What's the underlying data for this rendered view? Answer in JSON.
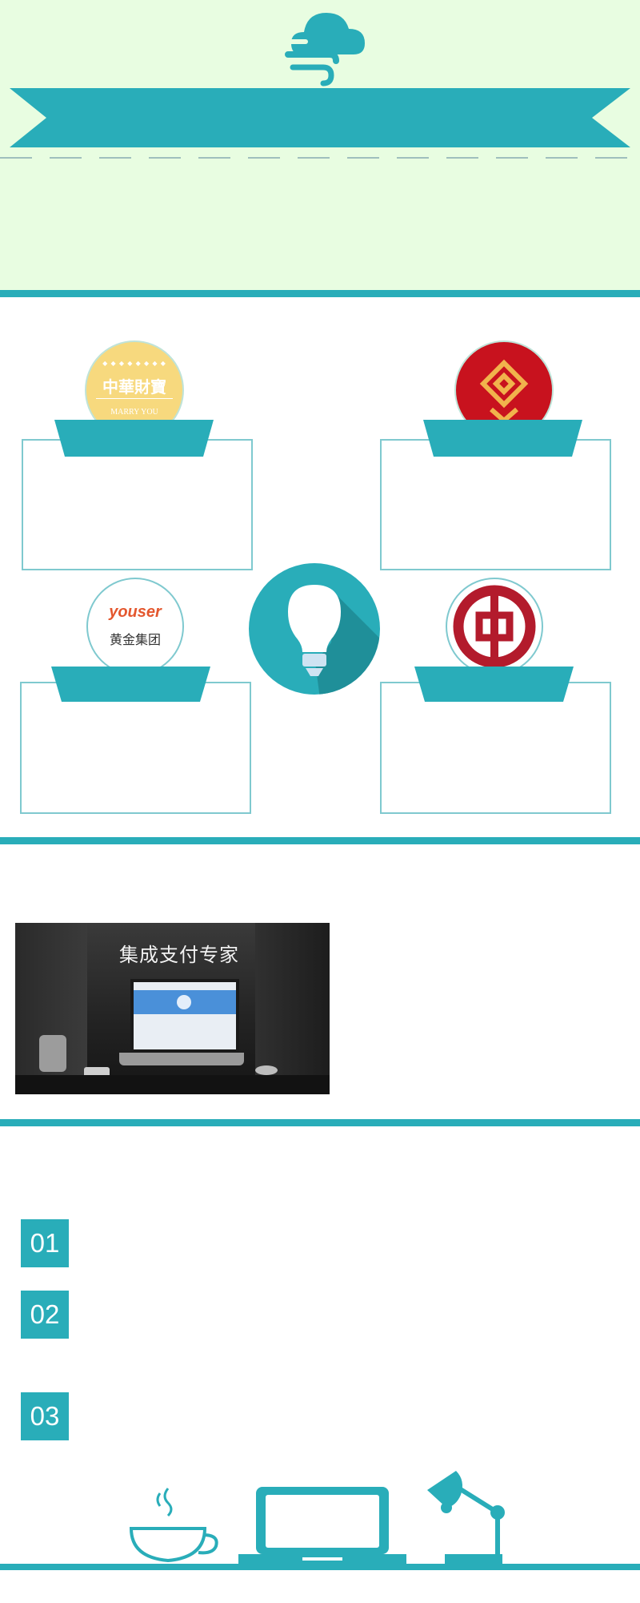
{
  "colors": {
    "accent": "#29adb9",
    "header_bg": "#e8fde1",
    "frame": "#7fc9cf",
    "logo_gold": "#f7d97e",
    "logo_red": "#c8121e"
  },
  "header": {
    "icon": "wind-cloud-icon",
    "banner_text": ""
  },
  "partners": {
    "items": [
      {
        "logo": "zhonghua-caibao-logo",
        "logo_cn": "中華財寶",
        "logo_en": "MARRY YOU",
        "ribbon_text": "",
        "body_text": ""
      },
      {
        "logo": "red-ornament-logo",
        "ribbon_text": "",
        "body_text": ""
      },
      {
        "logo": "youser-logo",
        "logo_top": "youser",
        "logo_cn": "黄金集团",
        "ribbon_text": "",
        "body_text": ""
      },
      {
        "logo": "bank-of-china-logo",
        "ribbon_text": "",
        "body_text": ""
      }
    ],
    "center_icon": "lightbulb-icon"
  },
  "showcase": {
    "image_caption": "集成支付专家"
  },
  "steps": [
    {
      "number": "01",
      "text": ""
    },
    {
      "number": "02",
      "text": ""
    },
    {
      "number": "03",
      "text": ""
    }
  ],
  "footer": {
    "icons": [
      "coffee-cup-icon",
      "laptop-icon",
      "desk-lamp-icon"
    ]
  }
}
